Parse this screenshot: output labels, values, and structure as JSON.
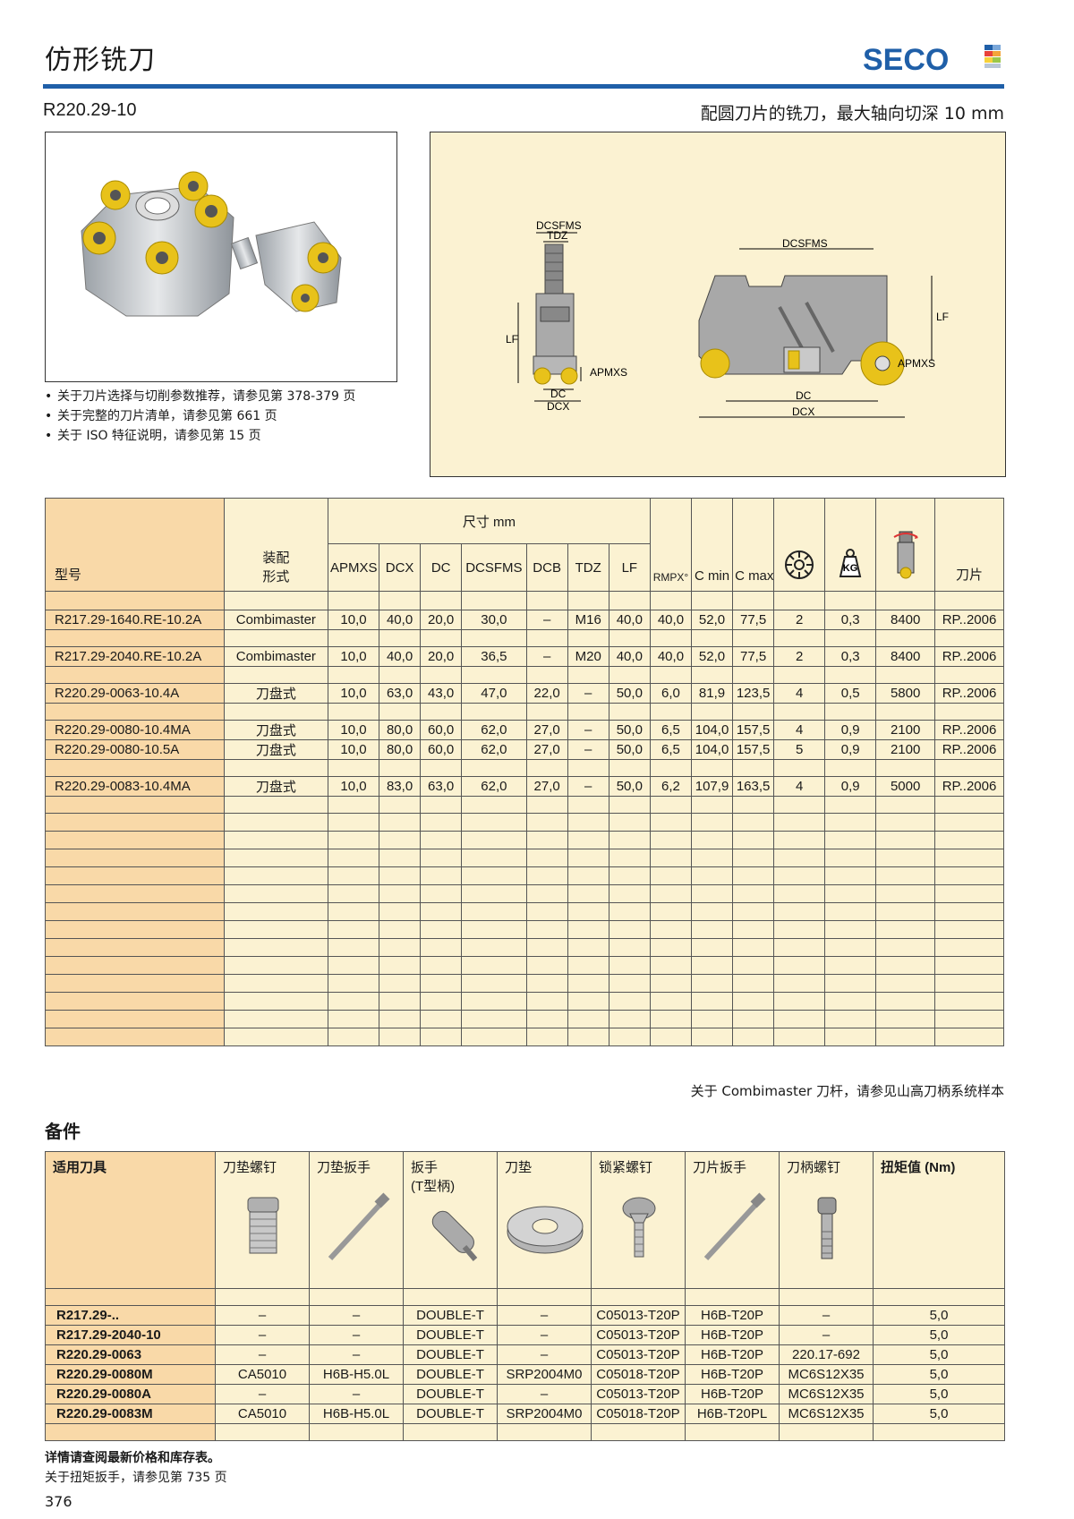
{
  "header": {
    "title": "仿形铣刀",
    "brand": "SECO",
    "code": "R220.29-10",
    "subtitle": "配圆刀片的铣刀，最大轴向切深 10 mm"
  },
  "notes": [
    "关于刀片选择与切削参数推荐，请参见第 378-379 页",
    "关于完整的刀片清单，请参见第 661 页",
    "关于 ISO 特征说明，请参见第 15 页"
  ],
  "diagram_labels": {
    "dcsfms": "DCSFMS",
    "tdz": "TDZ",
    "lf": "LF",
    "apmxs": "APMXS",
    "dc": "DC",
    "dcx": "DCX"
  },
  "main_table": {
    "col_model": "型号",
    "col_assembly": "装配\n形式",
    "group_dim": "尺寸 mm",
    "dims": [
      "APMXS",
      "DCX",
      "DC",
      "DCSFMS",
      "DCB",
      "TDZ",
      "LF"
    ],
    "col_rmpx": "RMPX°",
    "col_cmin": "C min",
    "col_cmax": "C max",
    "col_kg": "KG",
    "col_insert": "刀片",
    "rows": [
      {
        "model": "R217.29-1640.RE-10.2A",
        "asm": "Combimaster",
        "apmxs": "10,0",
        "dcx": "40,0",
        "dc": "20,0",
        "dcsfms": "30,0",
        "dcb": "–",
        "tdz": "M16",
        "lf": "40,0",
        "rmpx": "40,0",
        "cmin": "52,0",
        "cmax": "77,5",
        "z": "2",
        "kg": "0,3",
        "rpm": "8400",
        "insert": "RP..2006"
      },
      {
        "model": "R217.29-2040.RE-10.2A",
        "asm": "Combimaster",
        "apmxs": "10,0",
        "dcx": "40,0",
        "dc": "20,0",
        "dcsfms": "36,5",
        "dcb": "–",
        "tdz": "M20",
        "lf": "40,0",
        "rmpx": "40,0",
        "cmin": "52,0",
        "cmax": "77,5",
        "z": "2",
        "kg": "0,3",
        "rpm": "8400",
        "insert": "RP..2006"
      },
      {
        "model": "R220.29-0063-10.4A",
        "asm": "刀盘式",
        "apmxs": "10,0",
        "dcx": "63,0",
        "dc": "43,0",
        "dcsfms": "47,0",
        "dcb": "22,0",
        "tdz": "–",
        "lf": "50,0",
        "rmpx": "6,0",
        "cmin": "81,9",
        "cmax": "123,5",
        "z": "4",
        "kg": "0,5",
        "rpm": "5800",
        "insert": "RP..2006"
      },
      {
        "model": "R220.29-0080-10.4MA",
        "asm": "刀盘式",
        "apmxs": "10,0",
        "dcx": "80,0",
        "dc": "60,0",
        "dcsfms": "62,0",
        "dcb": "27,0",
        "tdz": "–",
        "lf": "50,0",
        "rmpx": "6,5",
        "cmin": "104,0",
        "cmax": "157,5",
        "z": "4",
        "kg": "0,9",
        "rpm": "2100",
        "insert": "RP..2006"
      },
      {
        "model": "R220.29-0080-10.5A",
        "asm": "刀盘式",
        "apmxs": "10,0",
        "dcx": "80,0",
        "dc": "60,0",
        "dcsfms": "62,0",
        "dcb": "27,0",
        "tdz": "–",
        "lf": "50,0",
        "rmpx": "6,5",
        "cmin": "104,0",
        "cmax": "157,5",
        "z": "5",
        "kg": "0,9",
        "rpm": "2100",
        "insert": "RP..2006"
      },
      {
        "model": "R220.29-0083-10.4MA",
        "asm": "刀盘式",
        "apmxs": "10,0",
        "dcx": "83,0",
        "dc": "63,0",
        "dcsfms": "62,0",
        "dcb": "27,0",
        "tdz": "–",
        "lf": "50,0",
        "rmpx": "6,2",
        "cmin": "107,9",
        "cmax": "163,5",
        "z": "4",
        "kg": "0,9",
        "rpm": "5000",
        "insert": "RP..2006"
      }
    ],
    "caption": "关于 Combimaster 刀杆，请参见山高刀柄系统样本"
  },
  "accessories": {
    "section_title": "备件",
    "headers": [
      "适用刀具",
      "刀垫螺钉",
      "刀垫扳手",
      "扳手\n(T型柄)",
      "刀垫",
      "锁紧螺钉",
      "刀片扳手",
      "刀柄螺钉",
      "扭矩值 (Nm)"
    ],
    "rows": [
      [
        "R217.29-..",
        "–",
        "–",
        "DOUBLE-T",
        "–",
        "C05013-T20P",
        "H6B-T20P",
        "–",
        "5,0"
      ],
      [
        "R217.29-2040-10",
        "–",
        "–",
        "DOUBLE-T",
        "–",
        "C05013-T20P",
        "H6B-T20P",
        "–",
        "5,0"
      ],
      [
        "R220.29-0063",
        "–",
        "–",
        "DOUBLE-T",
        "–",
        "C05013-T20P",
        "H6B-T20P",
        "220.17-692",
        "5,0"
      ],
      [
        "R220.29-0080M",
        "CA5010",
        "H6B-H5.0L",
        "DOUBLE-T",
        "SRP2004M0",
        "C05018-T20P",
        "H6B-T20P",
        "MC6S12X35",
        "5,0"
      ],
      [
        "R220.29-0080A",
        "–",
        "–",
        "DOUBLE-T",
        "–",
        "C05013-T20P",
        "H6B-T20P",
        "MC6S12X35",
        "5,0"
      ],
      [
        "R220.29-0083M",
        "CA5010",
        "H6B-H5.0L",
        "DOUBLE-T",
        "SRP2004M0",
        "C05018-T20P",
        "H6B-T20PL",
        "MC6S12X35",
        "5,0"
      ]
    ]
  },
  "footer": {
    "line1": "详情请查阅最新价格和库存表。",
    "line2": "关于扭矩扳手，请参见第 735 页",
    "page": "376"
  }
}
